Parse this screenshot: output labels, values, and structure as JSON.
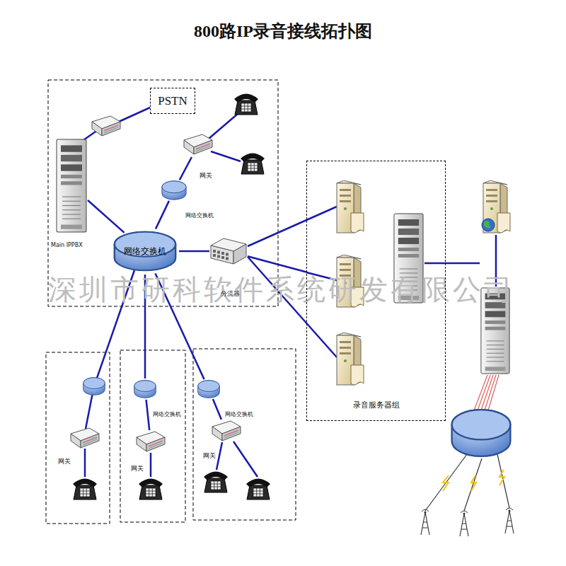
{
  "diagram": {
    "title": "800路IP录音接线拓扑图",
    "nodes": [
      {
        "text": [
          "PSTN"
        ]
      },
      {
        "text": [
          "Main IPPBX"
        ]
      },
      {
        "text": [
          "网关"
        ]
      },
      {
        "text": [
          "网络交换机"
        ]
      },
      {
        "text": [
          "网络交换机"
        ]
      },
      {
        "text": [
          "分流器"
        ]
      },
      {
        "text": [
          "录音服务器组"
        ]
      },
      {
        "text": [
          "网络交换机"
        ]
      },
      {
        "text": [
          "网络交换机"
        ]
      },
      {
        "text": [
          "网关"
        ]
      },
      {
        "text": [
          "网关"
        ]
      },
      {
        "text": [
          "网关"
        ]
      }
    ],
    "edges": [
      {
        "from": 1,
        "to": 4,
        "arrow": "none"
      },
      {
        "from": 2,
        "to": 3,
        "arrow": "none"
      },
      {
        "from": 3,
        "to": 4,
        "arrow": "none"
      },
      {
        "from": 4,
        "to": 5,
        "arrow": "none"
      },
      {
        "from": 5,
        "to": 6,
        "arrow": "none"
      },
      {
        "from": 4,
        "to": 7,
        "arrow": "none"
      },
      {
        "from": 4,
        "to": 8,
        "arrow": "none"
      },
      {
        "from": 7,
        "to": 10,
        "arrow": "none"
      },
      {
        "from": 8,
        "to": 11,
        "arrow": "none"
      }
    ],
    "labels": [
      "深圳市研科软件系统研发有限公司"
    ]
  }
}
